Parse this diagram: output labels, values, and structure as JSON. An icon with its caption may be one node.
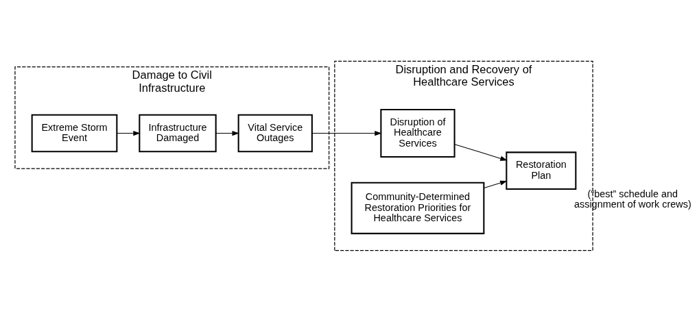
{
  "diagram": {
    "nodes": [
      {
        "text": [
          "Damage to Civil Infrastructure"
        ]
      },
      {
        "text": [
          "Extreme Storm Event"
        ],
        "in": 0
      },
      {
        "text": [
          "Infrastructure Damaged"
        ],
        "in": 0
      },
      {
        "text": [
          "Vital Service Outages"
        ],
        "in": 0
      },
      {
        "text": [
          "Disruption and Recovery of Healthcare Services"
        ]
      },
      {
        "text": [
          "Disruption of Healthcare Services"
        ],
        "in": 4
      },
      {
        "text": [
          "Restoration Plan"
        ],
        "in": 4,
        "beside": [
          "(“best” schedule and assignment of work crews)"
        ]
      },
      {
        "text": [
          "Community-Determined Restoration Priorities for Healthcare Services"
        ],
        "in": 4
      }
    ],
    "edges": [
      {
        "from": 1,
        "to": 2,
        "arrow": "to"
      },
      {
        "from": 2,
        "to": 3,
        "arrow": "to"
      },
      {
        "from": 3,
        "to": 5,
        "arrow": "to"
      },
      {
        "from": 5,
        "to": 6,
        "arrow": "to"
      },
      {
        "from": 7,
        "to": 6,
        "arrow": "to"
      }
    ]
  }
}
